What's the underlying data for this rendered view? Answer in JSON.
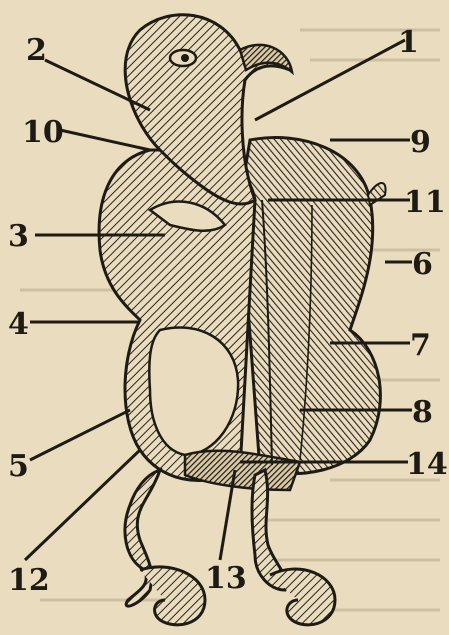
{
  "colors": {
    "paper": "#e9dcbf",
    "ink": "#1e1a14",
    "show_through": "#b9a98a"
  },
  "figure": {
    "subject": "anatomical woodcut of a trussed bird with numbered leader lines",
    "labels": [
      "1",
      "2",
      "3",
      "4",
      "5",
      "6",
      "7",
      "8",
      "9",
      "10",
      "11",
      "12",
      "13",
      "14"
    ]
  }
}
